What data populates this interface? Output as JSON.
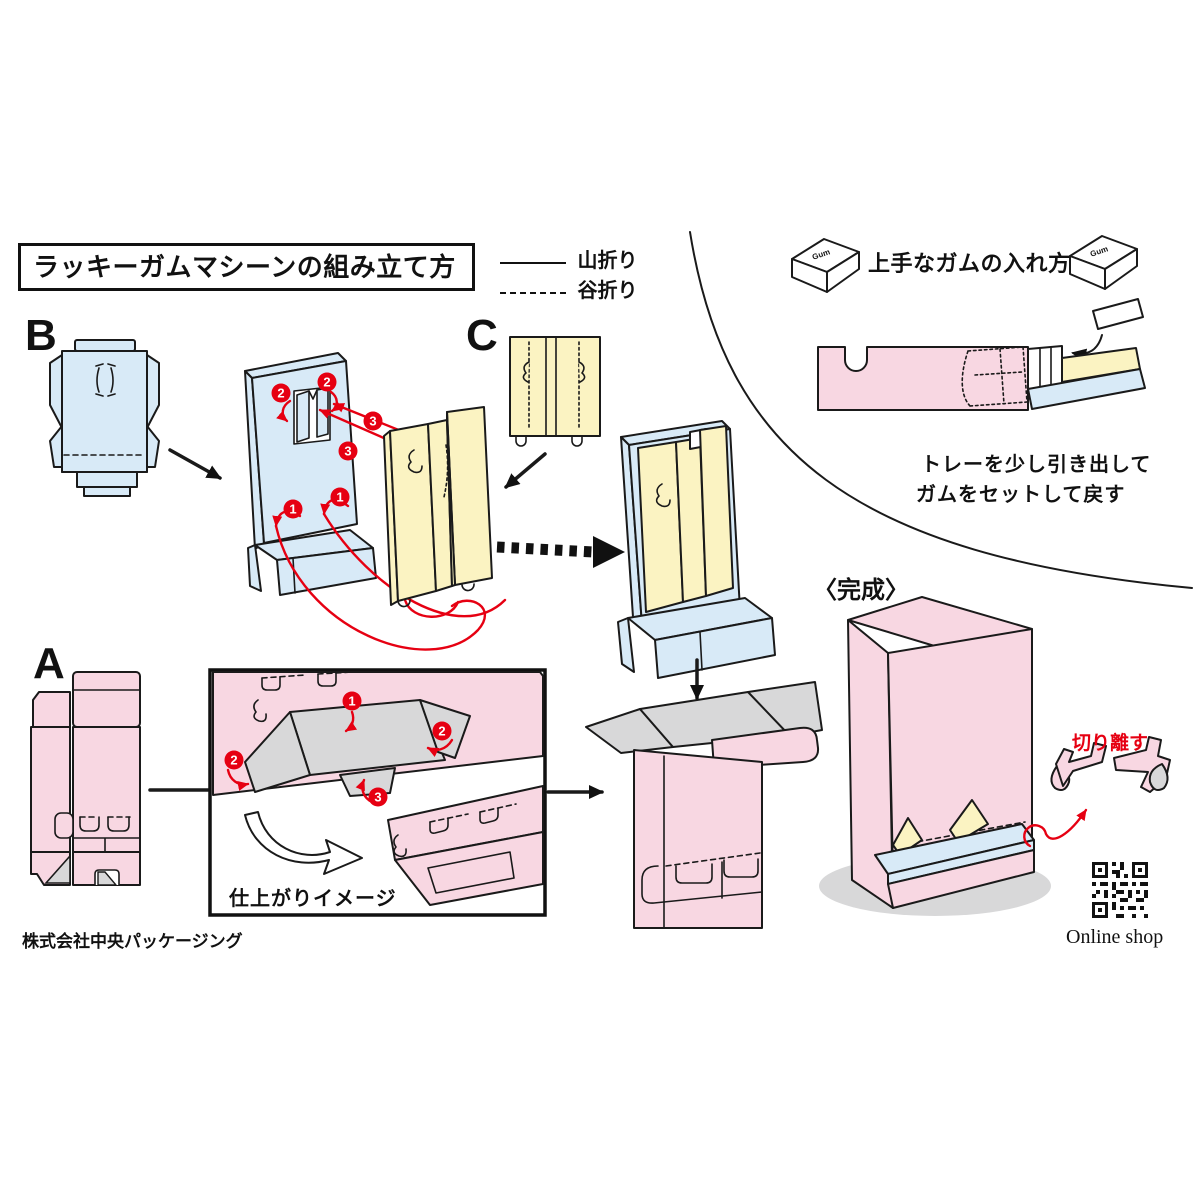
{
  "title": "ラッキーガムマシーンの組み立て方",
  "legend": {
    "mountain_fold": "山折り",
    "valley_fold": "谷折り"
  },
  "section_labels": {
    "a": "A",
    "b": "B",
    "c": "C"
  },
  "step_numbers": {
    "s1": "1",
    "s2": "2",
    "s3": "3"
  },
  "gum_guide": {
    "heading": "上手なガムの入れ方",
    "gum_box_label": "Gum",
    "instruction_line1": "トレーを少し引き出して",
    "instruction_line2": "ガムをセットして戻す"
  },
  "completed": {
    "label": "〈完成〉",
    "cut_off_label": "切り離す"
  },
  "assembly_detail": {
    "finished_image_label": "仕上がりイメージ"
  },
  "footer": {
    "company_name": "株式会社中央パッケージング",
    "online_shop_label": "Online shop"
  },
  "colors": {
    "pink": "#f8d7e2",
    "blue": "#d8eaf7",
    "yellow": "#fbf3c2",
    "gray": "#d8d8d9",
    "red": "#e60012",
    "line": "#1a1a1a"
  }
}
